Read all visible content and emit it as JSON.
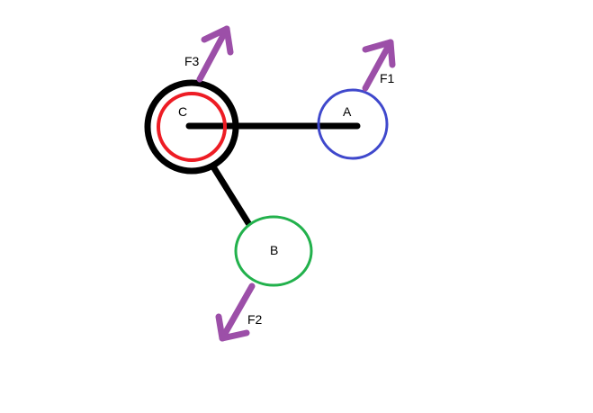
{
  "nodes": {
    "c": "C",
    "a": "A",
    "b": "B"
  },
  "forces": {
    "f1": "F1",
    "f2": "F2",
    "f3": "F3"
  },
  "colors": {
    "arrow": "#9c4fa8",
    "node_a": "#3f48cc",
    "node_b": "#22b14c",
    "node_c_inner": "#ed1c24",
    "node_c_outer": "#000000",
    "link": "#000000"
  }
}
